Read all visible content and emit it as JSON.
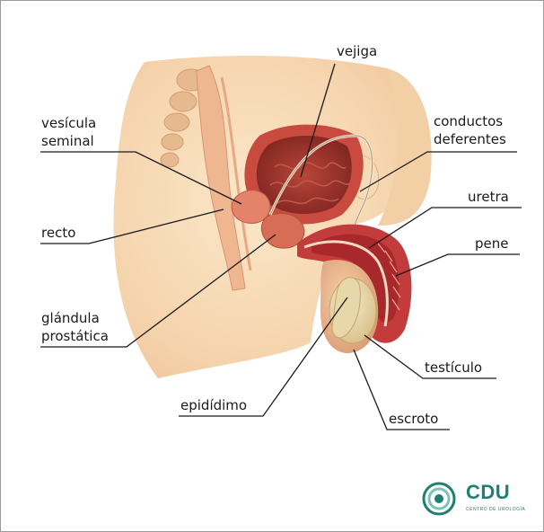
{
  "labels": {
    "vejiga": "vejiga",
    "vesicula_line1": "vesícula",
    "vesicula_line2": "seminal",
    "conductos_line1": "conductos",
    "conductos_line2": "deferentes",
    "uretra": "uretra",
    "recto": "recto",
    "pene": "pene",
    "glandula_line1": "glándula",
    "glandula_line2": "prostática",
    "testiculo": "testículo",
    "epididimo": "epidídimo",
    "escroto": "escroto"
  },
  "logo": {
    "name": "CDU",
    "subtitle": "CENTRO DE UROLOGÍA",
    "color": "#1f7f73"
  },
  "colors": {
    "skin": "#f6dcb8",
    "muscle": "#c33a3a",
    "bladder_inner": "#8b2a22",
    "testis": "#e9d6a9"
  }
}
